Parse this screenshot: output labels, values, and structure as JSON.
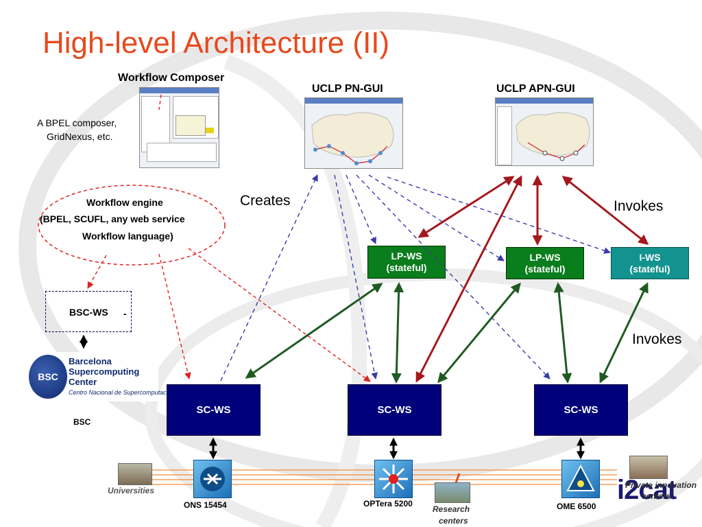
{
  "title": "High-level Architecture (II)",
  "workflow_composer": {
    "label": "Workflow Composer",
    "note_line1": "A BPEL composer,",
    "note_line2": "GridNexus, etc."
  },
  "uclp_pn_gui": {
    "label": "UCLP PN-GUI"
  },
  "uclp_apn_gui": {
    "label": "UCLP APN-GUI"
  },
  "workflow_engine": {
    "line1": "Workflow engine",
    "line2": "(BPEL, SCUFL, any web service",
    "line3": "Workflow language)"
  },
  "creates_label": "Creates",
  "invokes_label_top": "Invokes",
  "invokes_label_mid": "Invokes",
  "bsc_ws": {
    "label": "BSC-WS",
    "mark": "-"
  },
  "bsc_logo": {
    "line1": "Barcelona",
    "line2": "Supercomputing",
    "line3": "Center",
    "line4": "Centro Nacional de Supercomputación",
    "badge": "BSC"
  },
  "bsc_caption": "BSC",
  "lp_ws_1": {
    "line1": "LP-WS",
    "line2": "(stateful)"
  },
  "lp_ws_2": {
    "line1": "LP-WS",
    "line2": "(stateful)"
  },
  "i_ws": {
    "line1": "I-WS",
    "line2": "(stateful)"
  },
  "sc_ws_1": "SC-WS",
  "sc_ws_2": "SC-WS",
  "sc_ws_3": "SC-WS",
  "devices": {
    "ons": "ONS 15454",
    "optera": "OPTera 5200",
    "ome": "OME 6500"
  },
  "universities_label": "Universities",
  "research_centers": {
    "line1": "Research",
    "line2": "centers"
  },
  "private_centers": {
    "line1": "Private innovation",
    "line2": "centers"
  },
  "i2cat_logo": "i2cat",
  "colors": {
    "title": "#e8491d",
    "sc_ws": "#00007a",
    "lp_ws": "#0a7d1c",
    "i_ws": "#13938f",
    "dashed_blue": "#3a3aa8",
    "dashed_red": "#e02020",
    "arrow_dark_red": "#a3181d",
    "arrow_dark_green": "#1f5a22"
  }
}
